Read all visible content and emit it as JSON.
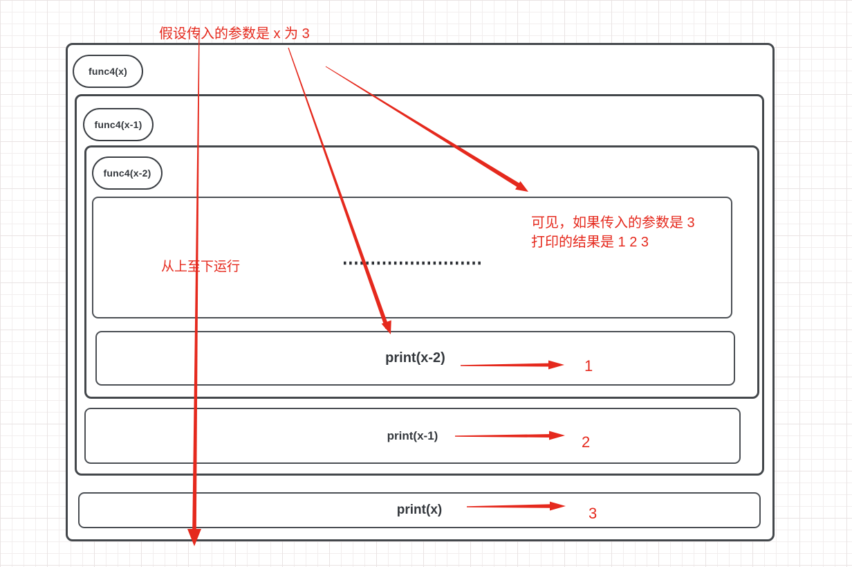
{
  "canvas": {
    "annotations": {
      "top_note": "假设传入的参数是 x 为 3",
      "flow_note": "从上至下运行",
      "result_note_line1": "可见，如果传入的参数是 3",
      "result_note_line2": "打印的结果是 1 2 3"
    },
    "call_frames": {
      "outer": {
        "label": "func4(x)",
        "print_label": "print(x)",
        "step_number": "3"
      },
      "middle": {
        "label": "func4(x-1)",
        "print_label": "print(x-1)",
        "step_number": "2"
      },
      "inner": {
        "label": "func4(x-2)",
        "print_label": "print(x-2)",
        "step_number": "1"
      }
    },
    "colors": {
      "accent_red": "#e5291d",
      "border_dark": "#43474b",
      "grid_line": "#e9e3e3",
      "text_dark": "#33373c"
    }
  }
}
